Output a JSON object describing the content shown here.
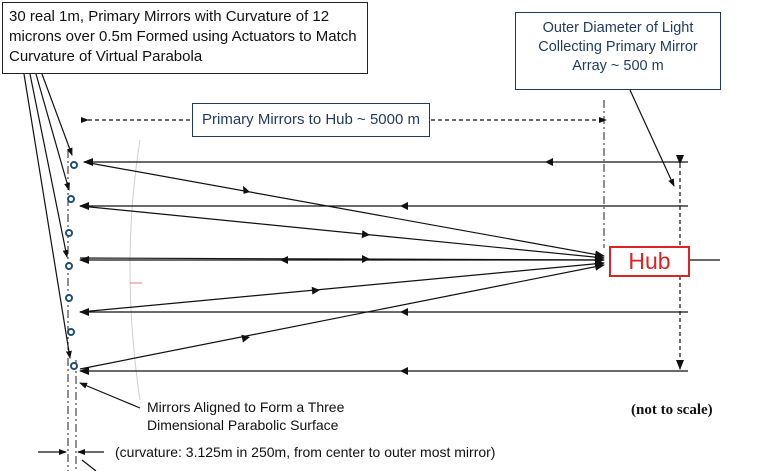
{
  "notes": {
    "primary_mirrors": "30 real 1m, Primary Mirrors with Curvature of 12 microns over 0.5m Formed using Actuators to Match Curvature of Virtual Parabola",
    "outer_diameter": "Outer Diameter of Light Collecting Primary Mirror Array ~ 500 m",
    "hub_distance": "Primary Mirrors to Hub ~ 5000 m",
    "hub": "Hub",
    "aligned": "Mirrors Aligned to Form a Three Dimensional Parabolic Surface",
    "curvature": "(curvature: 3.125m in 250m, from center to outer most mirror)",
    "scale": "(not to scale)"
  },
  "colors": {
    "hub": "#dd2222",
    "callout_border": "#1f3a5f",
    "mirror_dot": "#1f4e79"
  },
  "mirror_count_shown": 7
}
